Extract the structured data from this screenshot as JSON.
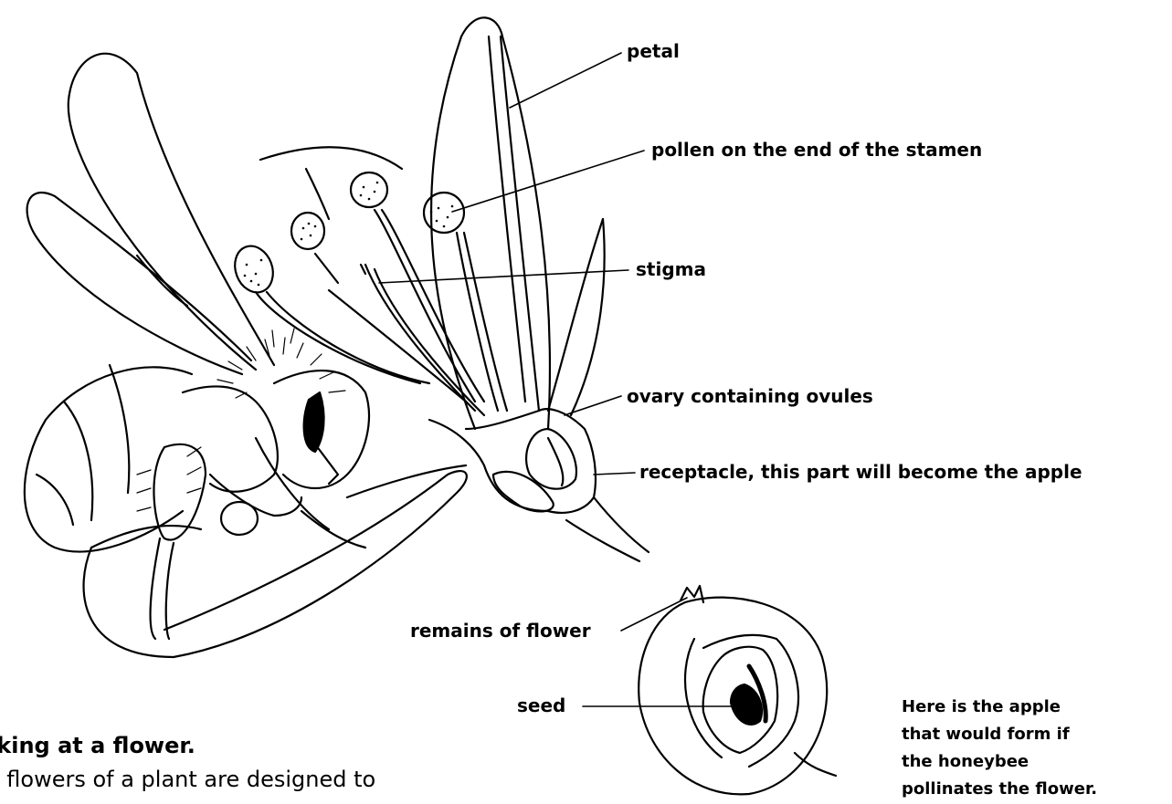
{
  "labels": {
    "petal": "petal",
    "pollen": "pollen on the end of the stamen",
    "stigma": "stigma",
    "ovary": "ovary containing ovules",
    "receptacle": "receptacle, this part will become the apple",
    "remains": "remains of flower",
    "seed": "seed"
  },
  "caption": {
    "line1": "Here is the apple",
    "line2": "that would form if",
    "line3": "the honeybee",
    "line4": "pollinates the flower."
  },
  "text": {
    "heading": "Looking at a flower.",
    "line1": "The flowers of a plant are designed to"
  }
}
